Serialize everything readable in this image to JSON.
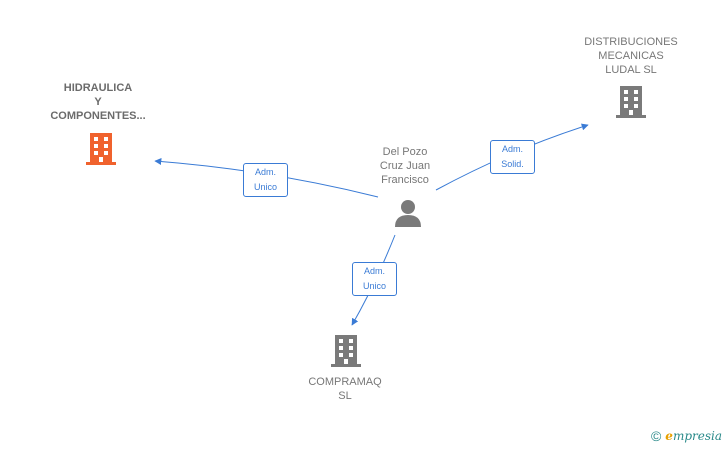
{
  "nodes": {
    "hidraulica": {
      "lines": [
        "HIDRAULICA",
        "Y",
        "COMPONENTES..."
      ],
      "color": "#f0622d"
    },
    "distribuciones": {
      "lines": [
        "DISTRIBUCIONES",
        "MECANICAS",
        "LUDAL SL"
      ],
      "color": "#7a7a7a"
    },
    "person": {
      "lines": [
        "Del Pozo",
        "Cruz Juan",
        "Francisco"
      ],
      "color": "#7a7a7a"
    },
    "compramaq": {
      "lines": [
        "COMPRAMAQ",
        "SL"
      ],
      "color": "#7a7a7a"
    }
  },
  "edges": {
    "to_hidraulica": [
      "Adm.",
      "Unico"
    ],
    "to_distribuciones": [
      "Adm.",
      "Solid."
    ],
    "to_compramaq": [
      "Adm.",
      "Unico"
    ]
  },
  "edge_color": "#3a7bd5",
  "brand": {
    "copyright": "©",
    "e": "e",
    "rest": "mpresia"
  }
}
